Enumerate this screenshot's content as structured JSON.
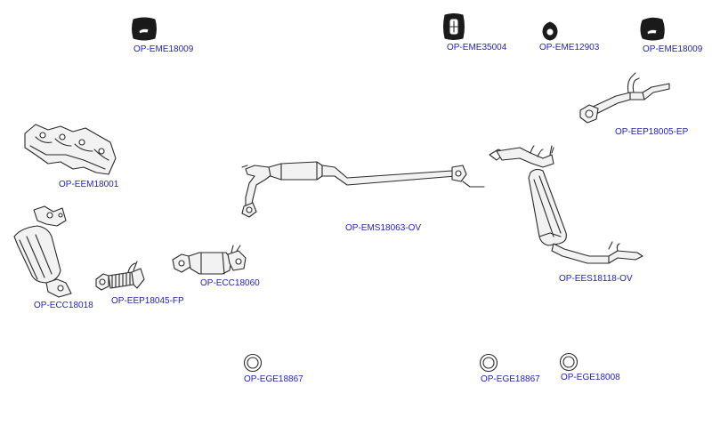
{
  "parts": [
    {
      "id": "hanger-left",
      "code": "OP-EME18009",
      "icon": "rubber-hanger-icon"
    },
    {
      "id": "hanger-ring-35004",
      "code": "OP-EME35004",
      "icon": "rubber-ring-hanger-icon"
    },
    {
      "id": "hanger-12903",
      "code": "OP-EME12903",
      "icon": "rubber-mount-icon"
    },
    {
      "id": "hanger-right",
      "code": "OP-EME18009",
      "icon": "rubber-hanger-icon"
    },
    {
      "id": "front-pipe-18005",
      "code": "OP-EEP18005-EP",
      "icon": "front-pipe-icon"
    },
    {
      "id": "manifold",
      "code": "OP-EEM18001",
      "icon": "exhaust-manifold-icon"
    },
    {
      "id": "middle-silencer",
      "code": "OP-EMS18063-OV",
      "icon": "middle-silencer-icon"
    },
    {
      "id": "rear-silencer",
      "code": "OP-EES18118-OV",
      "icon": "rear-silencer-icon"
    },
    {
      "id": "catalyst-18018",
      "code": "OP-ECC18018",
      "icon": "catalytic-converter-icon"
    },
    {
      "id": "flex-pipe-18045",
      "code": "OP-EEP18045-FP",
      "icon": "flex-pipe-icon"
    },
    {
      "id": "catalyst-18060",
      "code": "OP-ECC18060",
      "icon": "catalytic-converter-icon"
    },
    {
      "id": "gasket-18867-a",
      "code": "OP-EGE18867",
      "icon": "gasket-ring-icon"
    },
    {
      "id": "gasket-18867-b",
      "code": "OP-EGE18867",
      "icon": "gasket-ring-icon"
    },
    {
      "id": "gasket-18008",
      "code": "OP-EGE18008",
      "icon": "gasket-ring-icon"
    }
  ],
  "colors": {
    "label": "#1f1fb4",
    "line": "#2a2a2a",
    "fill": "#f2f2f2",
    "background": "#ffffff"
  }
}
